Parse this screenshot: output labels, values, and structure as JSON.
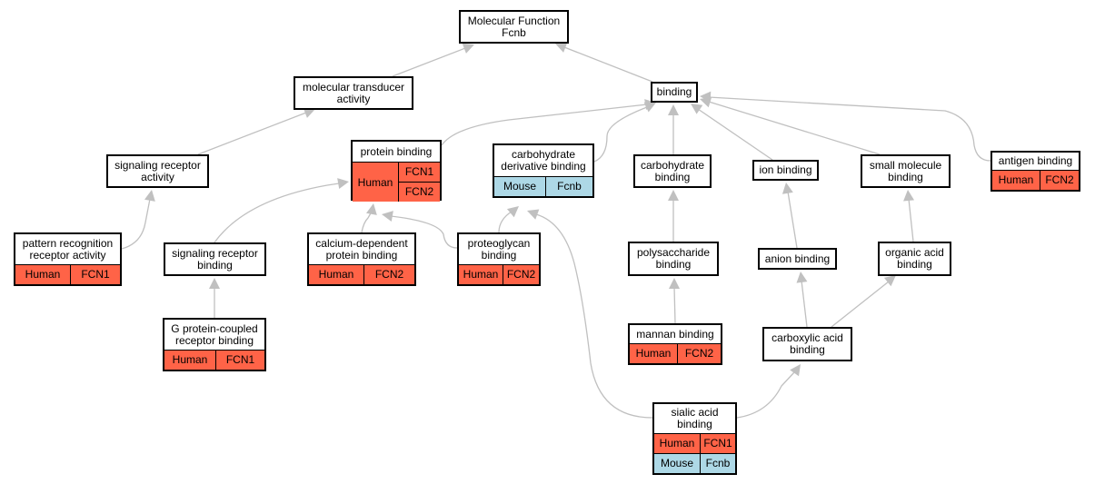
{
  "colors": {
    "edge": "#c0c0c0",
    "human": "#ff6347",
    "mouse": "#add8e6",
    "node_fill": "#ffffff",
    "node_border": "#000000"
  },
  "nodes": {
    "molecular_function": {
      "title": "Molecular Function\nFcnb"
    },
    "molecular_transducer": {
      "title": "molecular transducer\nactivity"
    },
    "binding": {
      "title": "binding"
    },
    "signaling_receptor_activity": {
      "title": "signaling receptor\nactivity"
    },
    "protein_binding": {
      "title": "protein binding",
      "species": "Human",
      "genes": [
        "FCN1",
        "FCN2"
      ]
    },
    "carbohydrate_derivative_binding": {
      "title": "carbohydrate\nderivative binding",
      "rows": [
        {
          "species": "Mouse",
          "gene": "Fcnb"
        }
      ]
    },
    "carbohydrate_binding": {
      "title": "carbohydrate\nbinding"
    },
    "ion_binding": {
      "title": "ion binding"
    },
    "small_molecule_binding": {
      "title": "small molecule\nbinding"
    },
    "antigen_binding": {
      "title": "antigen binding",
      "rows": [
        {
          "species": "Human",
          "gene": "FCN2"
        }
      ]
    },
    "pattern_recognition": {
      "title": "pattern recognition\nreceptor activity",
      "rows": [
        {
          "species": "Human",
          "gene": "FCN1"
        }
      ]
    },
    "signaling_receptor_binding": {
      "title": "signaling receptor\nbinding"
    },
    "calcium_dependent": {
      "title": "calcium-dependent\nprotein binding",
      "rows": [
        {
          "species": "Human",
          "gene": "FCN2"
        }
      ]
    },
    "proteoglycan_binding": {
      "title": "proteoglycan\nbinding",
      "rows": [
        {
          "species": "Human",
          "gene": "FCN2"
        }
      ]
    },
    "polysaccharide_binding": {
      "title": "polysaccharide\nbinding"
    },
    "anion_binding": {
      "title": "anion binding"
    },
    "organic_acid_binding": {
      "title": "organic acid\nbinding"
    },
    "gpcr_binding": {
      "title": "G protein-coupled\nreceptor binding",
      "rows": [
        {
          "species": "Human",
          "gene": "FCN1"
        }
      ]
    },
    "mannan_binding": {
      "title": "mannan binding",
      "rows": [
        {
          "species": "Human",
          "gene": "FCN2"
        }
      ]
    },
    "carboxylic_acid_binding": {
      "title": "carboxylic acid\nbinding"
    },
    "sialic_acid_binding": {
      "title": "sialic acid\nbinding",
      "rows": [
        {
          "species": "Human",
          "gene": "FCN1"
        },
        {
          "species": "Mouse",
          "gene": "Fcnb"
        }
      ]
    }
  }
}
